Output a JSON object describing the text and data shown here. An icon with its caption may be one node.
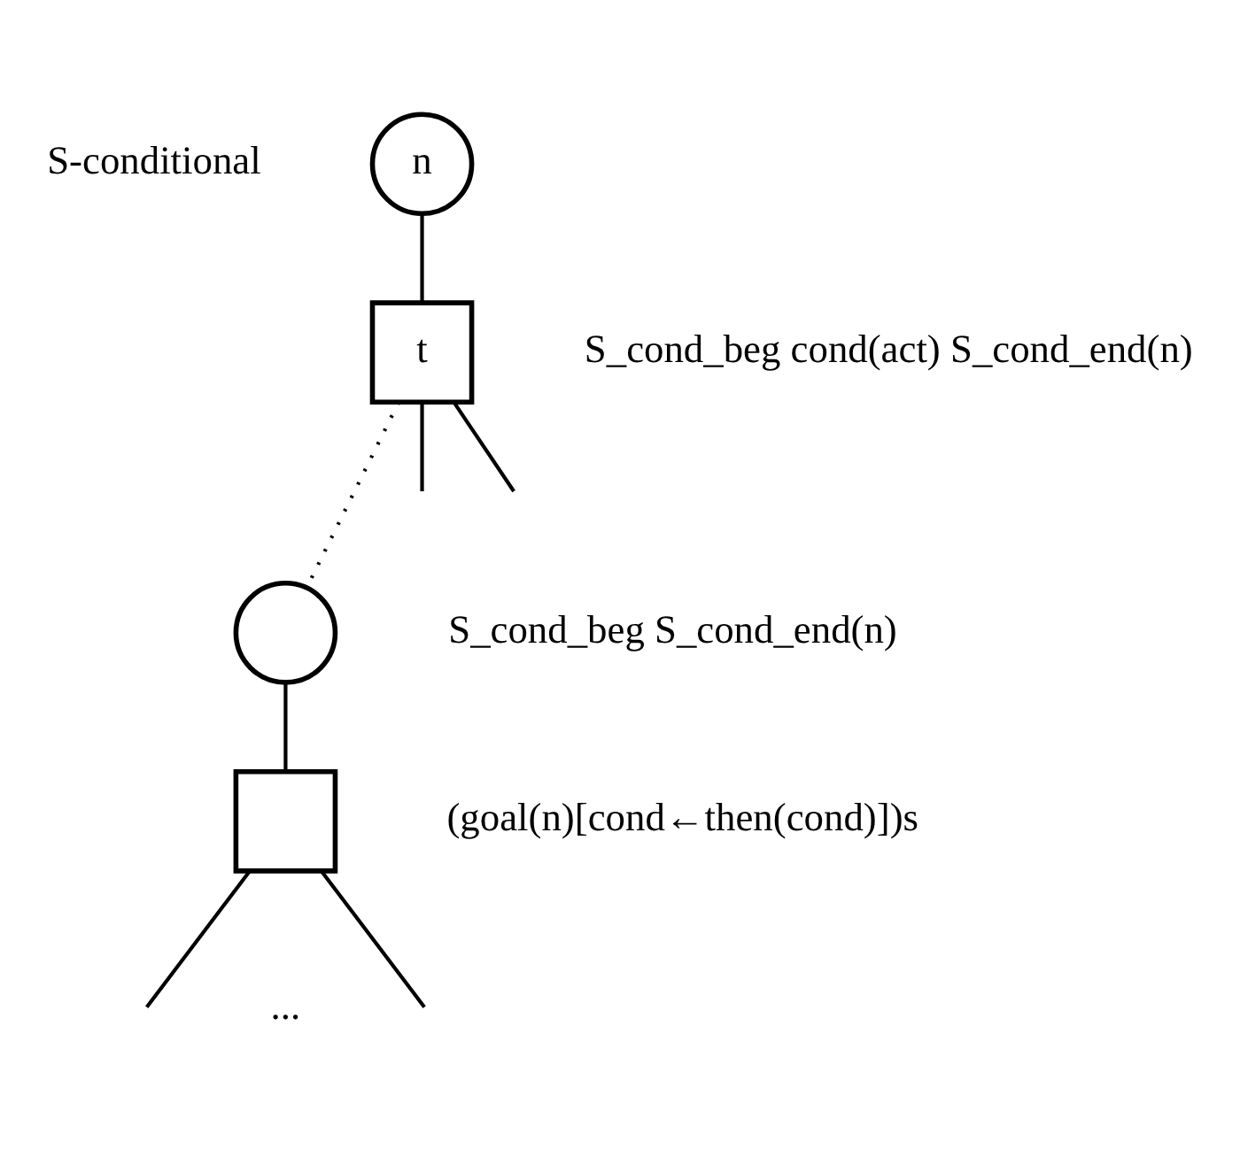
{
  "diagram": {
    "nodes": [
      {
        "text": [
          "n"
        ],
        "beside": [
          "S-conditional"
        ]
      },
      {
        "text": [
          "t"
        ],
        "beside": [
          "S_cond_beg cond(act) S_cond_end(n)"
        ]
      },
      {
        "text": [],
        "shape": "circle",
        "beside": [
          "S_cond_beg S_cond_end(n)"
        ]
      },
      {
        "text": [],
        "shape": "box",
        "beside": [
          "(goal(n)[cond←then(cond)])s"
        ]
      }
    ],
    "edges": [
      {
        "from": 0,
        "to": 1,
        "arrow": "none"
      },
      {
        "from": 1,
        "to": null,
        "arrow": "none"
      },
      {
        "from": 1,
        "to": 2,
        "arrow": "none",
        "style": "dashed"
      },
      {
        "from": 1,
        "to": null,
        "arrow": "none"
      },
      {
        "from": 2,
        "to": 3,
        "arrow": "none"
      },
      {
        "from": 3,
        "to": null,
        "arrow": "none"
      },
      {
        "from": 3,
        "to": null,
        "arrow": "none"
      }
    ],
    "labels": [
      "..."
    ]
  }
}
